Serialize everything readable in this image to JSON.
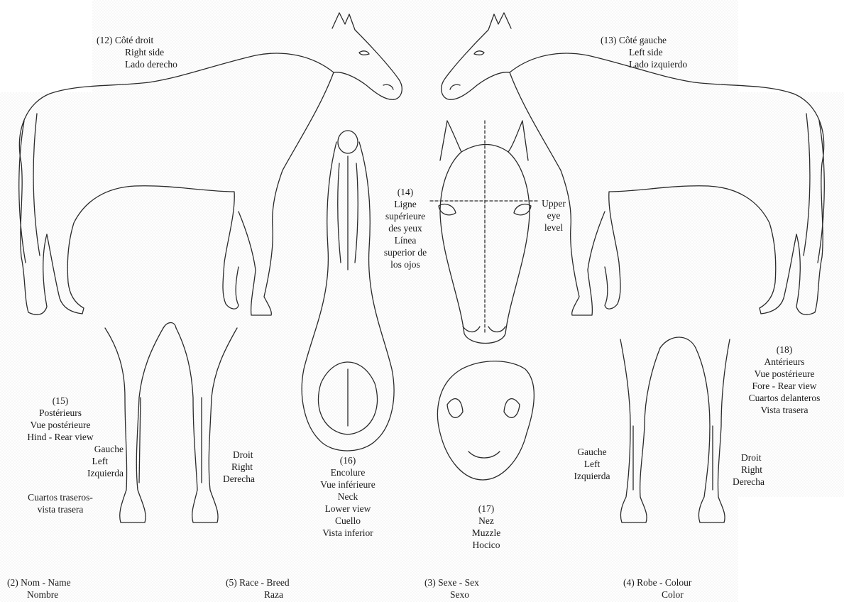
{
  "views": {
    "v12": [
      "(12)  Côté droit",
      "Right side",
      "Lado derecho"
    ],
    "v13": [
      "(13)  Côté gauche",
      "Left side",
      "Lado izquierdo"
    ],
    "v14": [
      "(14)",
      "Ligne",
      "supérieure",
      "des yeux",
      "Línea",
      "superior de",
      "los ojos"
    ],
    "v14_en": [
      "Upper",
      "eye",
      "level"
    ],
    "v15": [
      "(15)",
      "Postérieurs",
      "Vue postérieure",
      "Hind - Rear view"
    ],
    "v15_side": [
      "Gauche",
      "Left",
      "Izquierda"
    ],
    "v15_es": [
      "Cuartos traseros-",
      "vista trasera"
    ],
    "v15_right": [
      "Droit",
      "Right",
      "Derecha"
    ],
    "v16": [
      "(16)",
      "Encolure",
      "Vue inférieure",
      "Neck",
      "Lower view",
      "Cuello",
      "Vista inferior"
    ],
    "v17": [
      "(17)",
      "Nez",
      "Muzzle",
      "Hocico"
    ],
    "v18": [
      "(18)",
      "Antérieurs",
      "Vue postérieure",
      "Fore - Rear view",
      "Cuartos delanteros",
      "Vista trasera"
    ],
    "v18_left": [
      "Gauche",
      "Left",
      "Izquierda"
    ],
    "v18_right": [
      "Droit",
      "Right",
      "Derecha"
    ]
  },
  "fields": {
    "name": [
      "(2)  Nom - Name",
      "Nombre"
    ],
    "breed": [
      "(5)  Race - Breed",
      "Raza"
    ],
    "sex": [
      "(3)  Sexe - Sex",
      "Sexo"
    ],
    "colour": [
      "(4)  Robe - Colour",
      "Color"
    ]
  },
  "colors": {
    "line": "#2b2b2b",
    "text": "#1a1a1a",
    "background": "#ffffff"
  }
}
